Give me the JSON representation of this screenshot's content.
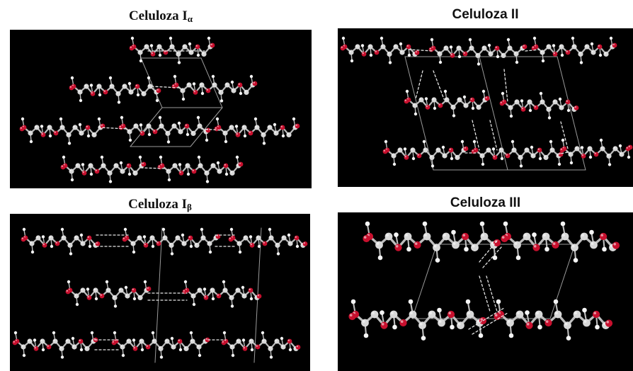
{
  "panels": {
    "i_alpha": {
      "title": "Celuloza I",
      "sub": "α"
    },
    "ii": {
      "title": "Celuloza II"
    },
    "i_beta": {
      "title": "Celuloza I",
      "sub": "β"
    },
    "iii": {
      "title": "Celuloza III"
    }
  },
  "colors": {
    "background": "#000000",
    "carbon": "#d8d8d8",
    "oxygen": "#c8102e",
    "hydrogen": "#f4f4f4",
    "bond": "#bdbdbd",
    "hbond": "#e6e6e6",
    "cell": "#9a9a9a"
  }
}
